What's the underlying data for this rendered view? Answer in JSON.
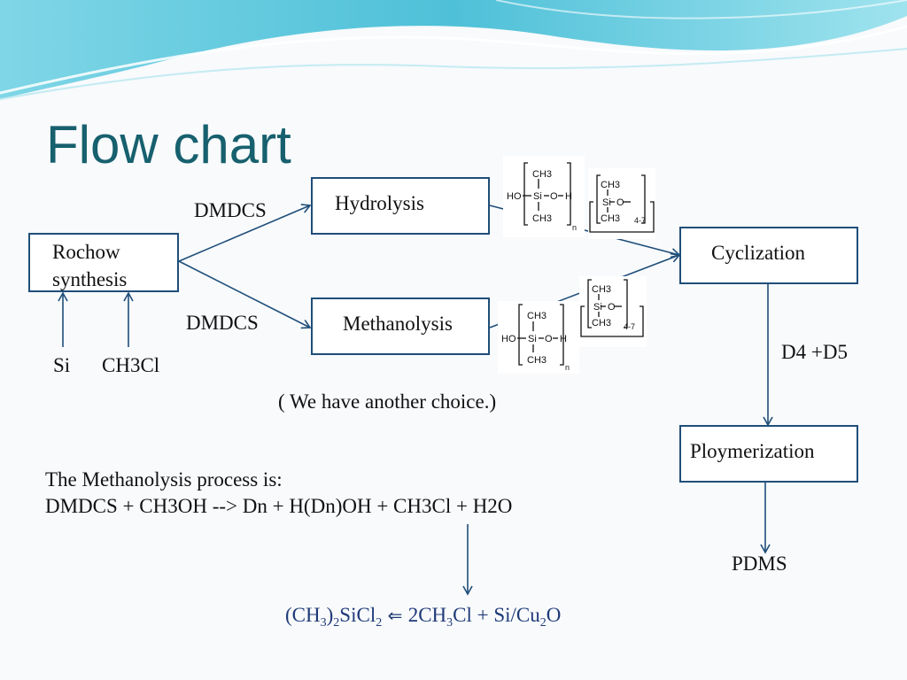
{
  "slide": {
    "title": "Flow chart",
    "theme_colors": {
      "title": "#17606e",
      "box_border": "#1f4e79",
      "arrow": "#1f4e79",
      "wave": "#5ec8dc"
    }
  },
  "boxes": {
    "rochow": {
      "line1": "Rochow",
      "line2": "synthesis"
    },
    "hydrolysis": "Hydrolysis",
    "methanolysis": "Methanolysis",
    "cyclization": "Cyclization",
    "polymerization": "Ploymerization"
  },
  "labels": {
    "dmdcs_top": "DMDCS",
    "dmdcs_bottom": "DMDCS",
    "si": "Si",
    "ch3cl": "CH3Cl",
    "d4d5": "D4 +D5",
    "pdms": "PDMS",
    "another_choice": "( We have another choice.)"
  },
  "methanolysis_note": {
    "line1": "The Methanolysis process is:",
    "line2": "DMDCS + CH3OH --> Dn + H(Dn)OH + CH3Cl + H2O"
  },
  "equation": {
    "p1": "(CH",
    "s1": "3",
    "p2": ")",
    "s2": "2",
    "p3": "SiCl",
    "s3": "2",
    "arrow": " ⇐ ",
    "p4": "2CH",
    "s4": "3",
    "p5": "Cl  +  Si/Cu",
    "s5": "2",
    "p6": "O"
  },
  "molecules": {
    "linear": {
      "ho": "HO",
      "si": "Si",
      "o": "O",
      "h": "H",
      "ch3_top": "CH3",
      "ch3_bottom": "CH3",
      "n": "n"
    },
    "cyclic": {
      "si": "Si",
      "o": "O",
      "ch3_top": "CH3",
      "ch3_bottom": "CH3",
      "range": "4-7"
    }
  }
}
